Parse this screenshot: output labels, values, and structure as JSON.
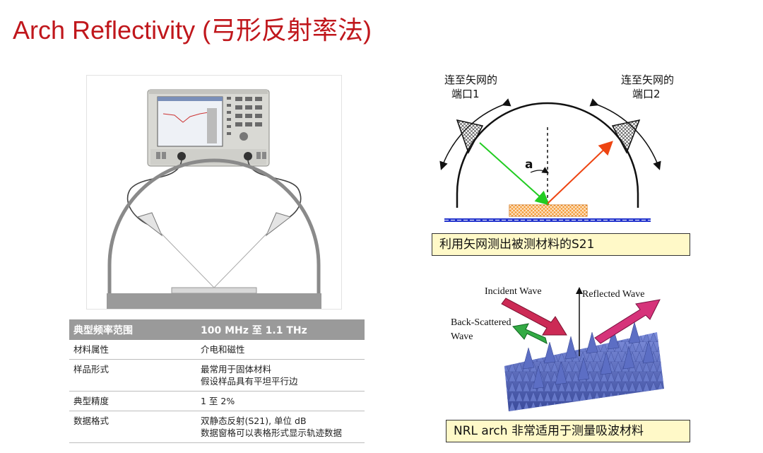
{
  "slide_title": "Arch Reflectivity (弓形反射率法)",
  "spec_table": {
    "header": {
      "key": "典型频率范围",
      "value": "100 MHz 至 1.1 THz"
    },
    "rows": [
      {
        "key": "材料属性",
        "lines": [
          "介电和磁性"
        ]
      },
      {
        "key": "样品形式",
        "lines": [
          "最常用于固体材料",
          "假设样品具有平坦平行边"
        ]
      },
      {
        "key": "典型精度",
        "lines": [
          "1 至 2%"
        ]
      },
      {
        "key": "数据格式",
        "lines": [
          "双静态反射(S21), 单位 dB",
          "数据窗格可以表格形式显示轨迹数据"
        ]
      }
    ]
  },
  "arch_diagram": {
    "port1_label_line1": "连至矢网的",
    "port1_label_line2": "端口1",
    "port2_label_line1": "连至矢网的",
    "port2_label_line2": "端口2",
    "angle_label": "a",
    "caption": "利用矢网测出被测材料的S21",
    "colors": {
      "incident": "#22cc22",
      "reflected": "#ee4411",
      "sample": "#f5a040",
      "base": "#2233cc"
    }
  },
  "absorber_figure": {
    "incident_label": "Incident Wave",
    "reflected_label": "Reflected Wave",
    "backscatter_label_line1": "Back-Scattered",
    "backscatter_label_line2": "Wave",
    "caption": "NRL arch 非常适用于测量吸波材料",
    "colors": {
      "incident": "#cc2a55",
      "reflected": "#d6337a",
      "backscatter": "#33aa44",
      "absorber": "#5566bb"
    }
  }
}
